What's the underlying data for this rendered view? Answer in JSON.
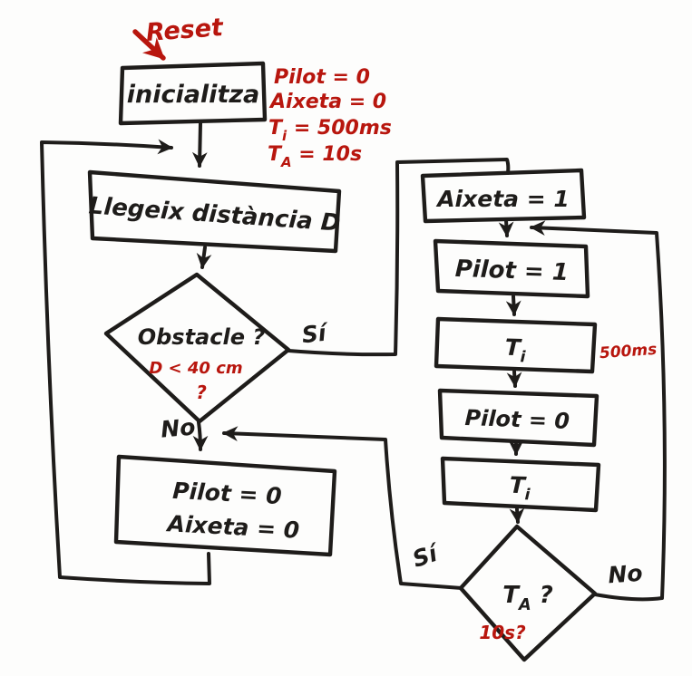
{
  "colors": {
    "ink": "#1e1c1a",
    "red": "#b8160e",
    "paper": "#fdfdfc"
  },
  "annotations": {
    "reset": "Reset",
    "init_pilot": "Pilot = 0",
    "init_aixeta": "Aixeta = 0",
    "init_ti_base": "T",
    "init_ti_sub": "i",
    "init_ti_value": " = 500ms",
    "init_ta_base": "T",
    "init_ta_sub": "A",
    "init_ta_value": " = 10s",
    "ti_note": "500ms",
    "ta_note": "10s?"
  },
  "nodes": {
    "inicialitza": "inicialitza",
    "llegeix": "Llegeix distància D",
    "obstacle": {
      "question": "Obstacle ?",
      "condition": "D < 40 cm",
      "condition2": "?"
    },
    "pilot_aixeta_off": {
      "line1": "Pilot = 0",
      "line2": "Aixeta = 0"
    },
    "aixeta_on": "Aixeta = 1",
    "pilot_on": "Pilot = 1",
    "ti": {
      "base": "T",
      "sub": "i"
    },
    "pilot_off": "Pilot = 0",
    "ta": {
      "base": "T",
      "sub": "A",
      "suffix": " ?"
    }
  },
  "branches": {
    "obstacle_yes": "Sí",
    "obstacle_no": "No",
    "ta_yes": "Sí",
    "ta_no": "No"
  }
}
